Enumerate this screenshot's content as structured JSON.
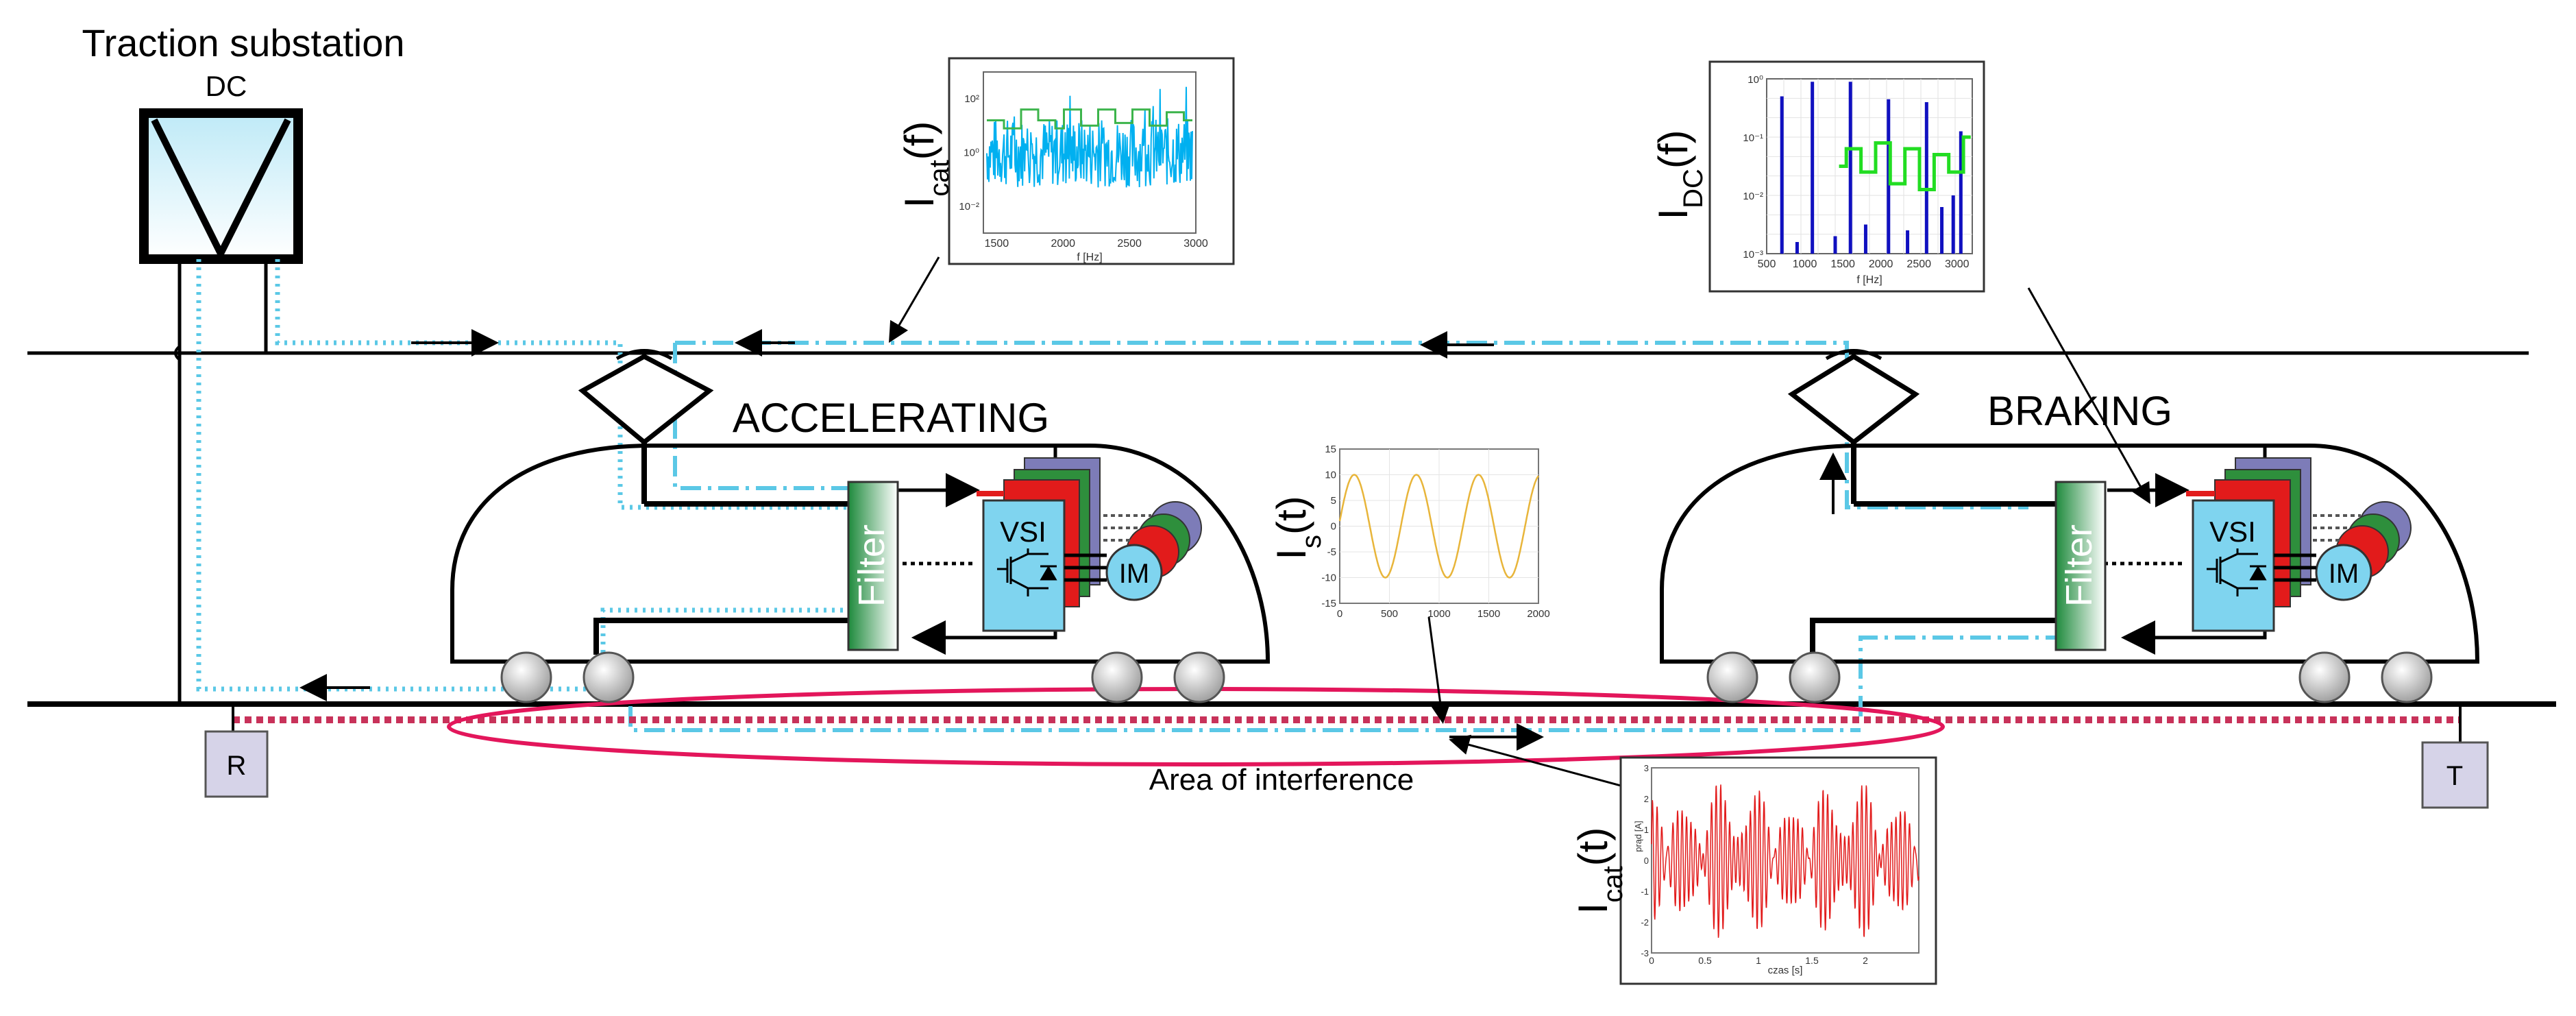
{
  "labels": {
    "substation_title": "Traction substation",
    "substation_dc": "DC",
    "accelerating": "ACCELERATING",
    "braking": "BRAKING",
    "filter": "Filter",
    "vsi": "VSI",
    "im": "IM",
    "area_interference": "Area of interference",
    "r_label": "R",
    "t_label": "T"
  },
  "plot_labels": {
    "icat_f": {
      "main": "I",
      "sub": "cat",
      "tail": "(f)"
    },
    "idc_f": {
      "main": "I",
      "sub": "DC",
      "tail": "(f)"
    },
    "is_t": {
      "main": "I",
      "sub": "s",
      "tail": "(t)"
    },
    "icat_t": {
      "main": "I",
      "sub": "cat",
      "tail": "(t)"
    }
  },
  "colors": {
    "line": "#000000",
    "cyan": "#5bc8e6",
    "cyan_signal": "#00b0f0",
    "green_signal": "#3cb44b",
    "bright_green": "#22dd22",
    "blue_bar": "#1010c0",
    "magenta": "#e3165b",
    "dotted_red": "#c8325a",
    "filter_green": "#1e8a3c",
    "vsi_blue": "#7fd4ef",
    "orange_sine": "#e8b53a",
    "red_signal": "#e21b1b"
  },
  "chart_data": [
    {
      "id": "icat_f",
      "type": "line",
      "xlabel": "f [Hz]",
      "xticks": [
        "1500",
        "2000",
        "2500",
        "3000"
      ],
      "yticks": [
        "10²",
        "10⁰",
        "10⁻²"
      ],
      "xlim": [
        1400,
        3000
      ],
      "ylog": true,
      "series": [
        {
          "color": "green",
          "values": [
            1.2,
            1.2,
            0.9,
            0.9,
            1.6,
            1.6,
            1.2,
            1.2,
            0.9,
            1.6,
            1.6,
            1.0,
            1.0,
            1.6,
            1.6,
            1.1,
            1.1,
            1.6,
            1.6,
            1.0,
            1.0,
            1.5,
            1.5,
            1.2
          ]
        },
        {
          "color": "cyan",
          "level": 0,
          "spread": 1.3
        }
      ]
    },
    {
      "id": "idc_f",
      "type": "bar",
      "xlabel": "f [Hz]",
      "xticks": [
        "500",
        "1000",
        "1500",
        "2000",
        "2500",
        "3000"
      ],
      "yticks": [
        "10⁰",
        "10⁻¹",
        "10⁻²",
        "10⁻³"
      ],
      "xlim": [
        500,
        3200
      ],
      "ylim_log": [
        -3,
        0
      ],
      "bars": [
        {
          "x": 700,
          "v": -0.3
        },
        {
          "x": 1100,
          "v": -0.05
        },
        {
          "x": 1400,
          "v": -2.7
        },
        {
          "x": 1600,
          "v": -0.05
        },
        {
          "x": 1800,
          "v": -2.5
        },
        {
          "x": 2100,
          "v": -0.35
        },
        {
          "x": 2350,
          "v": -2.6
        },
        {
          "x": 2600,
          "v": -0.4
        },
        {
          "x": 2800,
          "v": -2.2
        },
        {
          "x": 3050,
          "v": -0.9
        },
        {
          "x": 900,
          "v": -2.8
        },
        {
          "x": 2950,
          "v": -2.0
        }
      ],
      "green_values": [
        -1.5,
        -1.2,
        -1.2,
        -1.6,
        -1.6,
        -1.1,
        -1.1,
        -1.8,
        -1.8,
        -1.2,
        -1.2,
        -1.9,
        -1.9,
        -1.3,
        -1.3,
        -1.6,
        -1.6,
        -1.0
      ]
    },
    {
      "id": "is_t",
      "type": "line",
      "xticks": [
        "0",
        "500",
        "1000",
        "1500",
        "2000"
      ],
      "yticks": [
        "15",
        "10",
        "5",
        "0",
        "-5",
        "-10",
        "-15"
      ],
      "xlim": [
        0,
        2000
      ],
      "ylim": [
        -15,
        15
      ],
      "amplitude": 10,
      "period": 625
    },
    {
      "id": "icat_t",
      "type": "line",
      "xlabel": "czas [s]",
      "ylabel": "prąd [A]",
      "xticks": [
        "0",
        "0.5",
        "1",
        "1.5",
        "2"
      ],
      "yticks": [
        "3",
        "2",
        "1",
        "0",
        "-1",
        "-2",
        "-3"
      ],
      "xlim": [
        0,
        2.5
      ],
      "ylim": [
        -3,
        3
      ]
    }
  ]
}
